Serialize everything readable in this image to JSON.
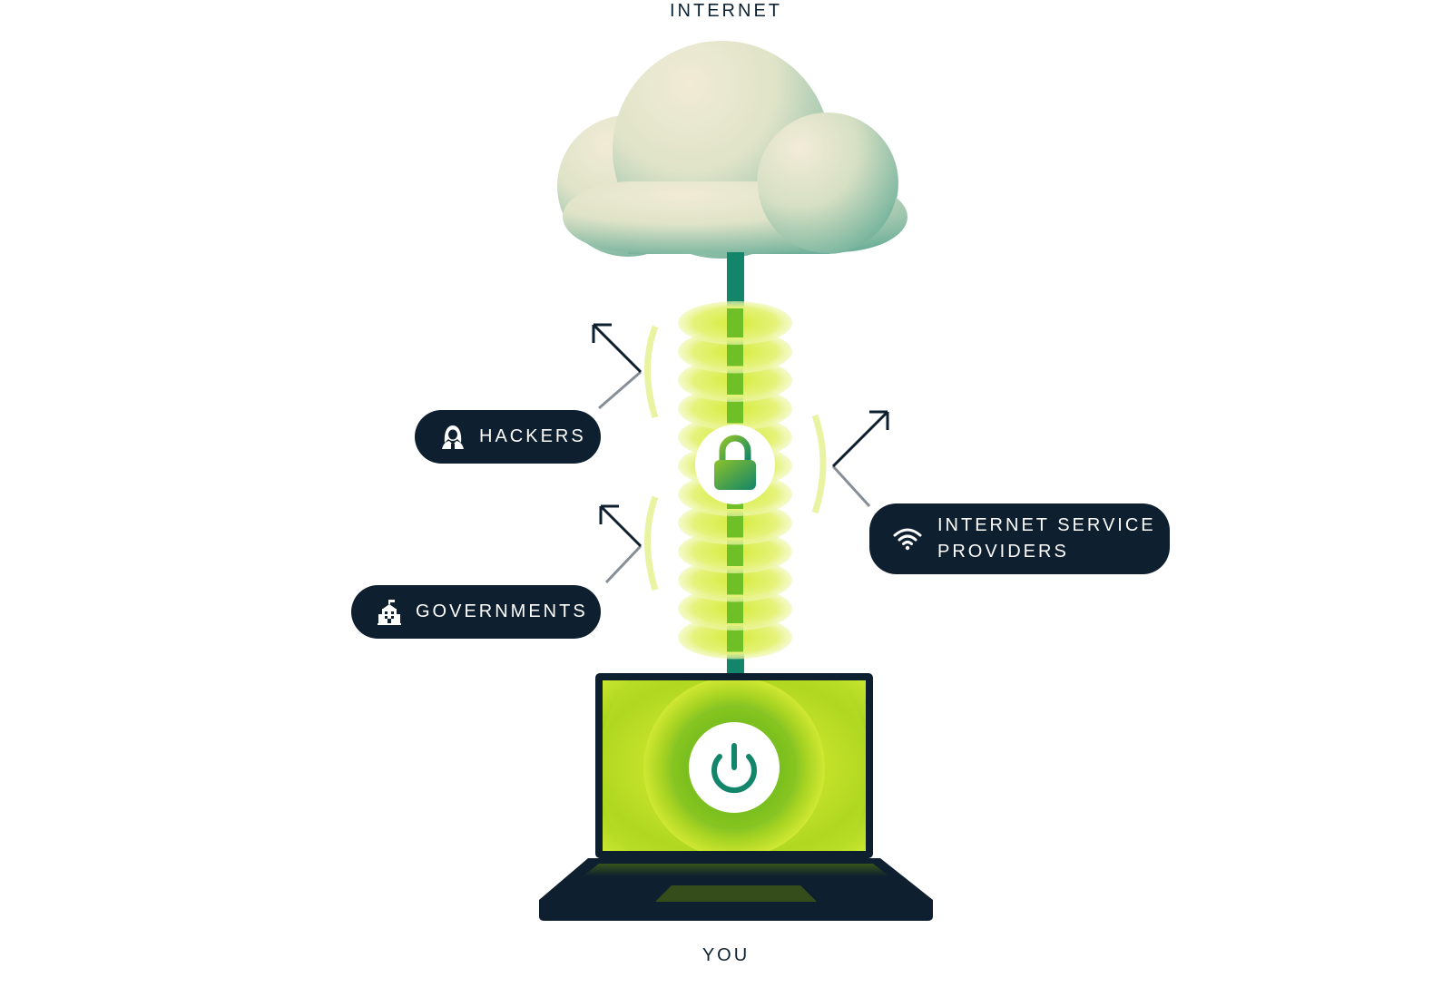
{
  "diagram": {
    "top_label": "INTERNET",
    "bottom_label": "YOU",
    "threats": [
      {
        "label": "HACKERS",
        "icon": "hacker-icon"
      },
      {
        "label": "GOVERNMENTS",
        "icon": "government-building-icon"
      },
      {
        "label_line1": "INTERNET SERVICE",
        "label_line2": "PROVIDERS",
        "icon": "wifi-icon"
      }
    ],
    "center_icon": "lock-icon",
    "device_icon": "power-icon",
    "colors": {
      "dark_navy": "#0e1f2f",
      "connection_teal": "#12856a",
      "lime_green": "#c8e633",
      "cloud_cream": "#efe9d3",
      "cloud_teal": "#76b49d"
    }
  }
}
